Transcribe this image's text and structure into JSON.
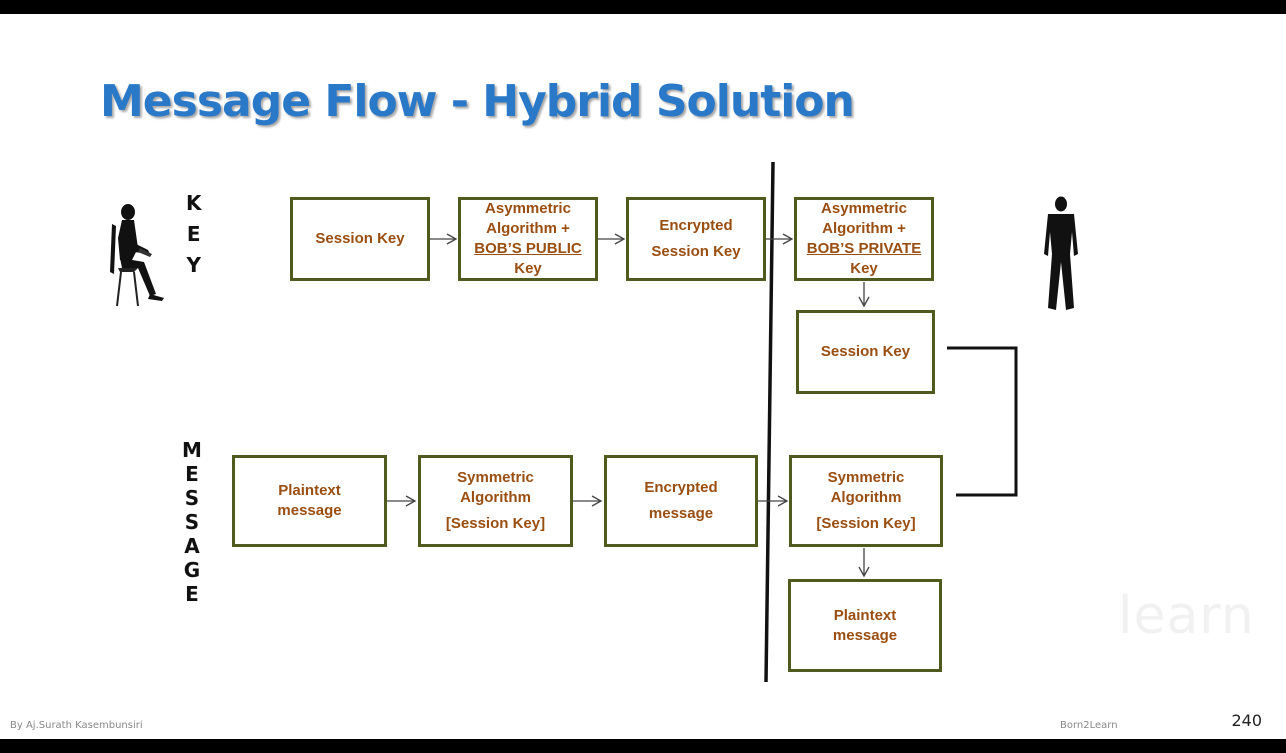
{
  "title": "Message Flow - Hybrid Solution",
  "row_labels": {
    "key": [
      "K",
      "E",
      "Y"
    ],
    "message": [
      "M",
      "E",
      "S",
      "S",
      "A",
      "G",
      "E"
    ]
  },
  "key_row": {
    "session_key": "Session Key",
    "asym_public": {
      "line1": "Asymmetric",
      "line2": "Algorithm +",
      "line3": "BOB’S PUBLIC",
      "line4": "Key"
    },
    "encrypted_session_key": {
      "line1": "Encrypted",
      "line2": "Session Key"
    },
    "asym_private": {
      "line1": "Asymmetric",
      "line2": "Algorithm +",
      "line3": "BOB’S PRIVATE",
      "line4": "Key"
    },
    "recovered_session_key": "Session Key"
  },
  "message_row": {
    "plaintext": {
      "line1": "Plaintext",
      "line2": "message"
    },
    "sym_encrypt": {
      "line1": "Symmetric",
      "line2": "Algorithm",
      "line3": "[Session Key]"
    },
    "encrypted_message": {
      "line1": "Encrypted",
      "line2": "message"
    },
    "sym_decrypt": {
      "line1": "Symmetric",
      "line2": "Algorithm",
      "line3": "[Session Key]"
    },
    "recovered_plaintext": {
      "line1": "Plaintext",
      "line2": "message"
    }
  },
  "footer": {
    "author": "By Aj.Surath Kasembunsiri",
    "brand": "Born2Learn",
    "page": "240",
    "watermark": "learn"
  },
  "icons": {
    "sender": "sitting-woman-silhouette-icon",
    "receiver": "standing-man-silhouette-icon"
  },
  "colors": {
    "title": "#2a78c8",
    "box_border": "#4e5a1e",
    "box_text": "#9a4e12"
  }
}
